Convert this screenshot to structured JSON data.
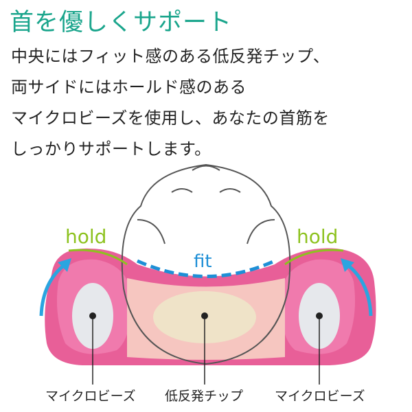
{
  "title": "首を優しくサポート",
  "description": [
    "中央にはフィット感のある低反発チップ、",
    "両サイドにはホールド感のある",
    "マイクロビーズを使用し、あなたの首筋を",
    "しっかりサポートします。"
  ],
  "diagram": {
    "hold_left": "hold",
    "hold_right": "hold",
    "fit": "fit",
    "labels": [
      "マイクロビーズ",
      "低反発チップ",
      "マイクロビーズ"
    ]
  },
  "colors": {
    "title": "#1aa58c",
    "hold": "#8dc21f",
    "fit": "#1e8fd6",
    "pillow": "#e85f98"
  }
}
